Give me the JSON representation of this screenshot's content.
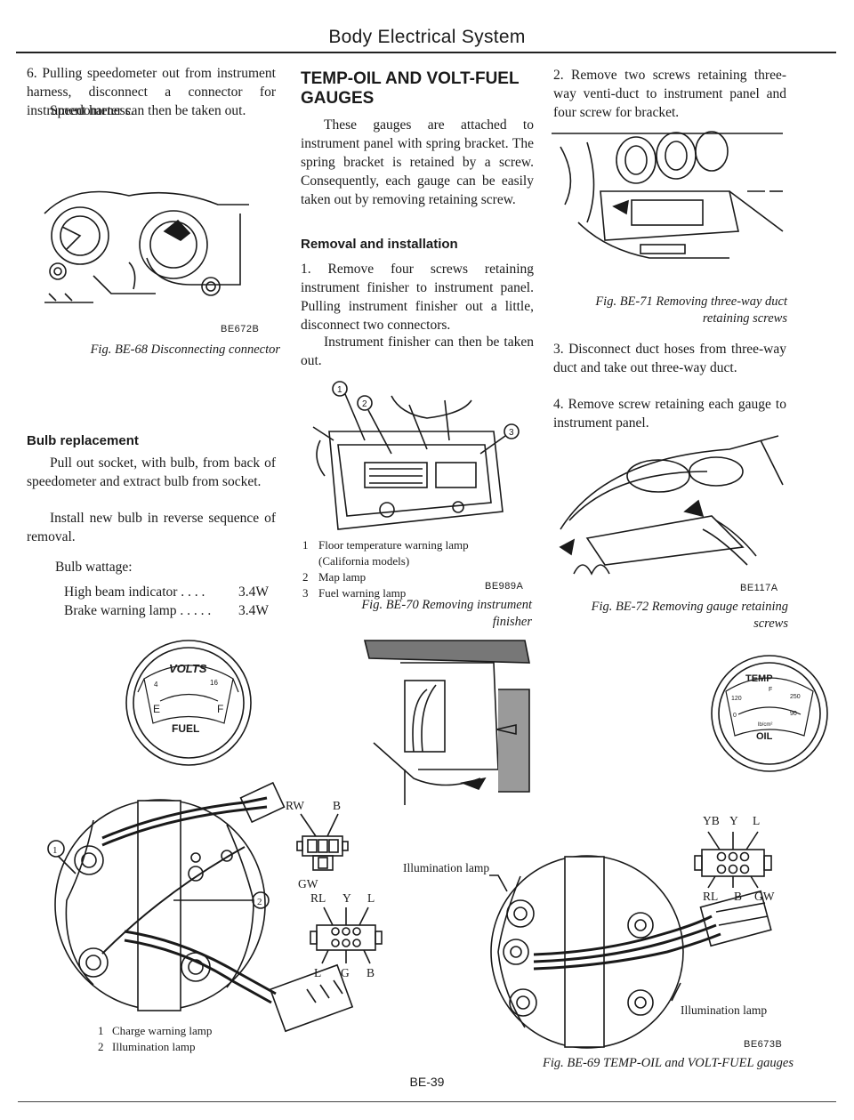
{
  "header": {
    "title": "Body Electrical System"
  },
  "left_column": {
    "step6_para1": "6.  Pulling speedometer out from instrument harness, disconnect a connector for instrument harness.",
    "step6_para2": "Speedometer can then be taken out.",
    "fig68_code": "BE672B",
    "fig68_caption": "Fig. BE-68 Disconnecting connector",
    "bulb_heading": "Bulb replacement",
    "bulb_para1": "Pull out socket, with bulb, from back of speedometer and extract bulb from socket.",
    "bulb_para2": "Install new bulb in reverse sequence of removal.",
    "wattage_label": "Bulb wattage:",
    "wattage_rows": [
      {
        "name": "High beam indicator",
        "dots": ". . . .",
        "value": "3.4W"
      },
      {
        "name": "Brake warning lamp",
        "dots": ". . . . .",
        "value": "3.4W"
      }
    ]
  },
  "middle_column": {
    "heading": "TEMP-OIL AND VOLT-FUEL GAUGES",
    "intro": "These gauges are attached to instrument panel with spring bracket. The spring bracket is retained by a screw. Consequently, each gauge can be easily taken out by removing retaining screw.",
    "removal_heading": "Removal and installation",
    "step1_para1": "1.  Remove four screws retaining instrument finisher to instrument panel. Pulling instrument finisher out a little, disconnect two connectors.",
    "step1_para2": "Instrument finisher can then be taken out.",
    "fig70_legend": [
      {
        "num": "1",
        "text": "Floor temperature warning lamp"
      },
      {
        "num": "",
        "text": "(California models)"
      },
      {
        "num": "2",
        "text": "Map lamp"
      },
      {
        "num": "3",
        "text": "Fuel warning lamp"
      }
    ],
    "fig70_code": "BE989A",
    "fig70_caption_line1": "Fig. BE-70  Removing instrument",
    "fig70_caption_line2": "finisher"
  },
  "right_column": {
    "step2": "2.  Remove two screws retaining three-way venti-duct to instrument panel and four screw for bracket.",
    "fig71_caption_line1": "Fig. BE-71  Removing three-way duct",
    "fig71_caption_line2": "retaining screws",
    "step3": "3.  Disconnect duct hoses from three-way duct and take out three-way duct.",
    "step4": "4.  Remove screw retaining each gauge to instrument panel.",
    "fig72_code": "BE117A",
    "fig72_caption_line1": "Fig. BE-72  Removing gauge retaining",
    "fig72_caption_line2": "screws"
  },
  "bottom_figure": {
    "volt_gauge": {
      "top": "VOLTS",
      "scale_low": "4",
      "scale_high": "16",
      "empty": "E",
      "full": "F",
      "bottom": "FUEL"
    },
    "temp_gauge": {
      "top": "TEMP",
      "temp_low": "120",
      "temp_unit": "F",
      "temp_high": "250",
      "oil_low": "0",
      "oil_high": "90",
      "oil_unit": "lb/cm²",
      "bottom": "OIL"
    },
    "left_conn_top": {
      "l1": "RW",
      "l2": "B",
      "l3": "GW"
    },
    "left_conn_bottom": {
      "t1": "RL",
      "t2": "Y",
      "t3": "L",
      "b1": "L",
      "b2": "G",
      "b3": "B"
    },
    "right_conn": {
      "t1": "YB",
      "t2": "Y",
      "t3": "L",
      "b1": "RL",
      "b2": "B",
      "b3": "GW"
    },
    "callout_illum_top": "Illumination lamp",
    "callout_illum_right": "Illumination lamp",
    "marker_1": "1",
    "marker_2": "2",
    "legend": [
      {
        "num": "1",
        "text": "Charge warning lamp"
      },
      {
        "num": "2",
        "text": "Illumination lamp"
      }
    ],
    "fig69_code": "BE673B",
    "fig69_caption": "Fig. BE-69 TEMP-OIL and VOLT-FUEL gauges"
  },
  "footer": {
    "page_number": "BE-39"
  }
}
